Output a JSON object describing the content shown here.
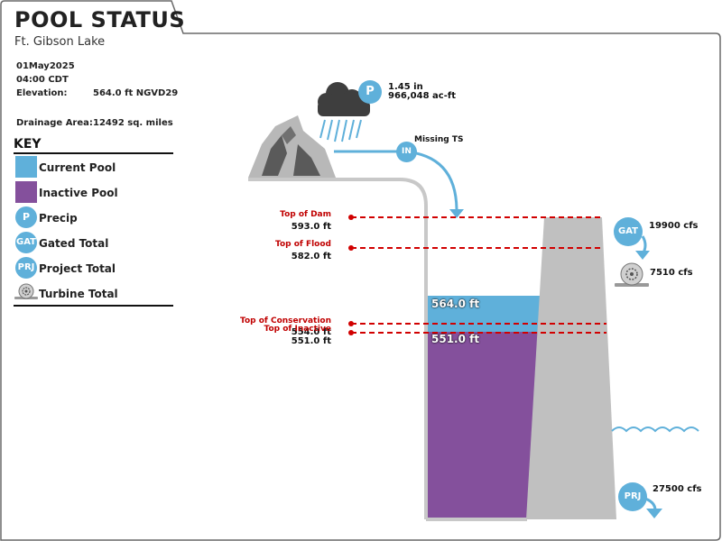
{
  "header": {
    "title": "POOL STATUS",
    "lake": "Ft. Gibson Lake"
  },
  "info": {
    "date": "01May2025",
    "time": "04:00 CDT",
    "elevation_label": "Elevation:",
    "elevation_value": "564.0 ft NGVD29",
    "drainage_label": "Drainage Area:",
    "drainage_value": "12492 sq. miles"
  },
  "key": {
    "title": "KEY",
    "items": [
      {
        "label": "Current Pool",
        "color": "#5fb0da"
      },
      {
        "label": "Inactive Pool",
        "color": "#84509c"
      },
      {
        "label": "Precip",
        "icon": "P"
      },
      {
        "label": "Gated Total",
        "icon": "GAT"
      },
      {
        "label": "Project Total",
        "icon": "PRJ"
      },
      {
        "label": "Turbine Total",
        "icon": "turbine-icon"
      }
    ]
  },
  "precip": {
    "icon": "P",
    "amount": "1.45 in",
    "volume": "966,048 ac-ft"
  },
  "inflow": {
    "icon": "IN",
    "text": "Missing TS"
  },
  "levels": {
    "dam": {
      "name": "Top of Dam",
      "value": "593.0 ft",
      "color": "#d10000"
    },
    "flood": {
      "name": "Top of Flood",
      "value": "582.0 ft",
      "color": "#d10000"
    },
    "conservation": {
      "name": "Top of Conservation",
      "value": "554.0 ft",
      "color": "#d10000"
    },
    "inactive": {
      "name": "Top of Inactive",
      "value": "551.0 ft",
      "color": "#d10000"
    }
  },
  "pool": {
    "current_label": "564.0 ft",
    "inactive_label": "551.0 ft",
    "current_color": "#5fb0da",
    "inactive_color": "#84509c"
  },
  "flows": {
    "gated": {
      "icon": "GAT",
      "value": "19900 cfs"
    },
    "turbine": {
      "value": "7510 cfs"
    },
    "project": {
      "icon": "PRJ",
      "value": "27500 cfs"
    }
  }
}
